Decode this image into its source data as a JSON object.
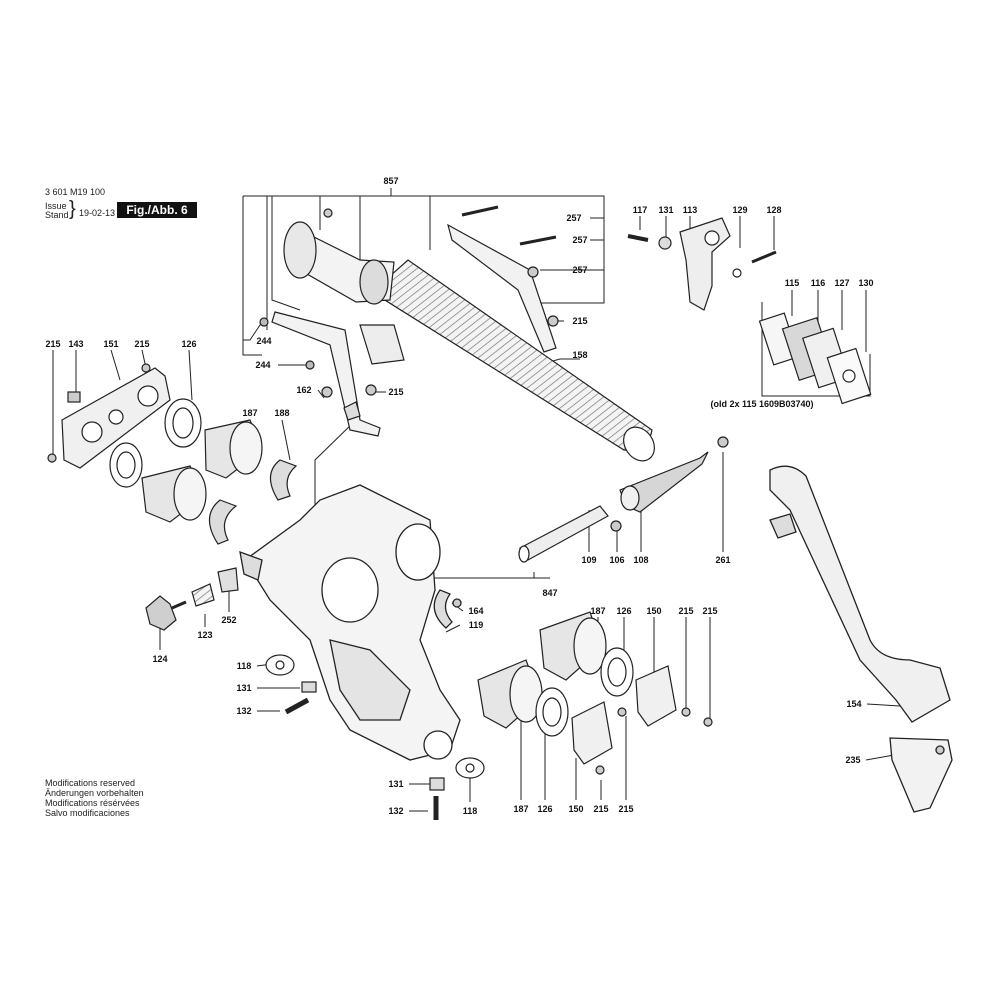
{
  "header": {
    "doc_number": "3 601 M19 100",
    "issue_label": "Issue",
    "stand_label": "Stand",
    "date": "19-02-13",
    "figure": "Fig./Abb. 6"
  },
  "notes": [
    "Modifications reserved",
    "Änderungen vorbehalten",
    "Modifications résérvées",
    "Salvo modificaciones"
  ],
  "callouts": {
    "c857": "857",
    "c257a": "257",
    "c257b": "257",
    "c257c": "257",
    "c215_top": "215",
    "c158": "158",
    "c244a": "244",
    "c244b": "244",
    "c162": "162",
    "c215_mid": "215",
    "c117": "117",
    "c131_top": "131",
    "c113": "113",
    "c129": "129",
    "c128": "128",
    "c115": "115",
    "c116": "116",
    "c127": "127",
    "c130": "130",
    "old_note": "(old 2x 115 1609B03740)",
    "c215_l1": "215",
    "c143": "143",
    "c151": "151",
    "c215_l2": "215",
    "c126_top": "126",
    "c187_top": "187",
    "c188": "188",
    "c109": "109",
    "c106": "106",
    "c108": "108",
    "c261": "261",
    "c847": "847",
    "c164": "164",
    "c119": "119",
    "c123": "123",
    "c252": "252",
    "c124": "124",
    "c118a": "118",
    "c131a": "131",
    "c132a": "132",
    "c187_r": "187",
    "c126_r": "126",
    "c150_r": "150",
    "c215_r1": "215",
    "c215_r2": "215",
    "c154": "154",
    "c235": "235",
    "c131b": "131",
    "c132b": "132",
    "c118b": "118",
    "c187_b": "187",
    "c126_b": "126",
    "c150_b": "150",
    "c215_b1": "215",
    "c215_b2": "215"
  }
}
